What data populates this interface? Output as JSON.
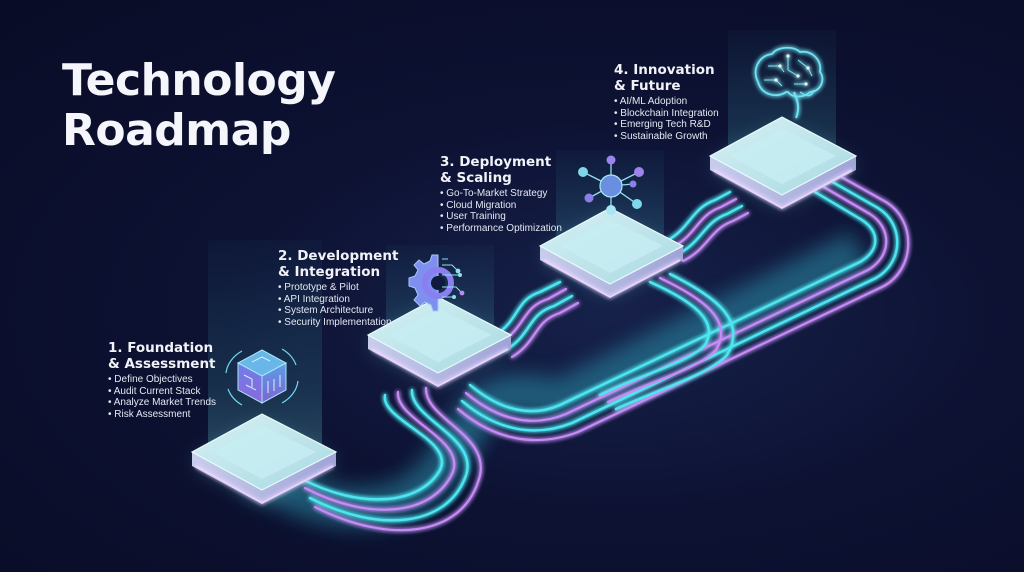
{
  "title": {
    "line1": "Technology",
    "line2": "Roadmap"
  },
  "stages": [
    {
      "number": "1.",
      "heading_line1": "1. Foundation",
      "heading_line2": "& Assessment",
      "icon": "circuit-cube-icon",
      "items": [
        "Define Objectives",
        "Audit Current Stack",
        "Analyze Market Trends",
        "Risk Assessment"
      ]
    },
    {
      "number": "2.",
      "heading_line1": "2. Development",
      "heading_line2": "& Integration",
      "icon": "gear-circuit-icon",
      "items": [
        "Prototype & Pilot",
        "API Integration",
        "System Architecture",
        "Security Implementation"
      ]
    },
    {
      "number": "3.",
      "heading_line1": "3. Deployment",
      "heading_line2": "& Scaling",
      "icon": "network-nodes-icon",
      "items": [
        "Go-To-Market Strategy",
        "Cloud Migration",
        "User Training",
        "Performance Optimization"
      ]
    },
    {
      "number": "4.",
      "heading_line1": "4. Innovation",
      "heading_line2": "& Future",
      "icon": "circuit-brain-icon",
      "items": [
        "AI/ML Adoption",
        "Blockchain Integration",
        "Emerging Tech R&D",
        "Sustainable Growth"
      ]
    }
  ],
  "colors": {
    "background": "#0b0f2c",
    "neon_cyan": "#4ee6f0",
    "neon_violet": "#c58cf5",
    "platform_top": "#b9e6ec",
    "platform_side": "#a7a9d8",
    "text": "#f1f3f8"
  }
}
